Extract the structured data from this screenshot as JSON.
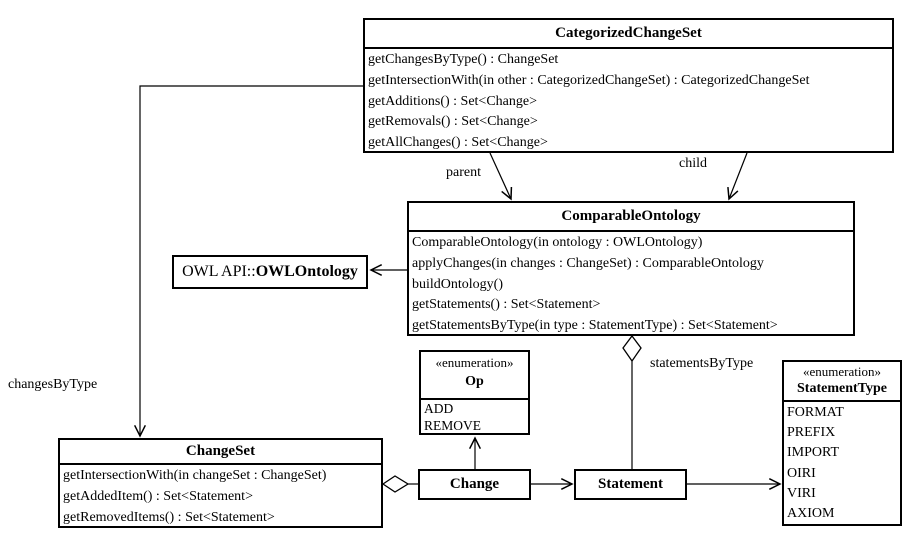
{
  "classes": {
    "categorizedChangeSet": {
      "name": "CategorizedChangeSet",
      "methods": [
        "getChangesByType() : ChangeSet",
        "getIntersectionWith(in other : CategorizedChangeSet) : CategorizedChangeSet",
        "getAdditions() : Set<Change>",
        "getRemovals() : Set<Change>",
        "getAllChanges() : Set<Change>"
      ]
    },
    "comparableOntology": {
      "name": "ComparableOntology",
      "methods": [
        "ComparableOntology(in ontology : OWLOntology)",
        "applyChanges(in changes : ChangeSet) : ComparableOntology",
        "buildOntology()",
        "getStatements() : Set<Statement>",
        "getStatementsByType(in type : StatementType) : Set<Statement>"
      ]
    },
    "owlOntology": {
      "prefix": "OWL API::",
      "name": "OWLOntology"
    },
    "changeSet": {
      "name": "ChangeSet",
      "methods": [
        "getIntersectionWith(in changeSet : ChangeSet)",
        "getAddedItem() : Set<Statement>",
        "getRemovedItems() : Set<Statement>"
      ]
    },
    "change": {
      "name": "Change"
    },
    "statement": {
      "name": "Statement"
    },
    "op": {
      "stereotype": "«enumeration»",
      "name": "Op",
      "literals": [
        "ADD",
        "REMOVE"
      ]
    },
    "statementType": {
      "stereotype": "«enumeration»",
      "name": "StatementType",
      "literals": [
        "FORMAT",
        "PREFIX",
        "IMPORT",
        "OIRI",
        "VIRI",
        "AXIOM"
      ]
    }
  },
  "edge_labels": {
    "parent": "parent",
    "child": "child",
    "changesByType": "changesByType",
    "statementsByType": "statementsByType"
  },
  "colors": {
    "line": "#000000",
    "background": "#ffffff"
  }
}
